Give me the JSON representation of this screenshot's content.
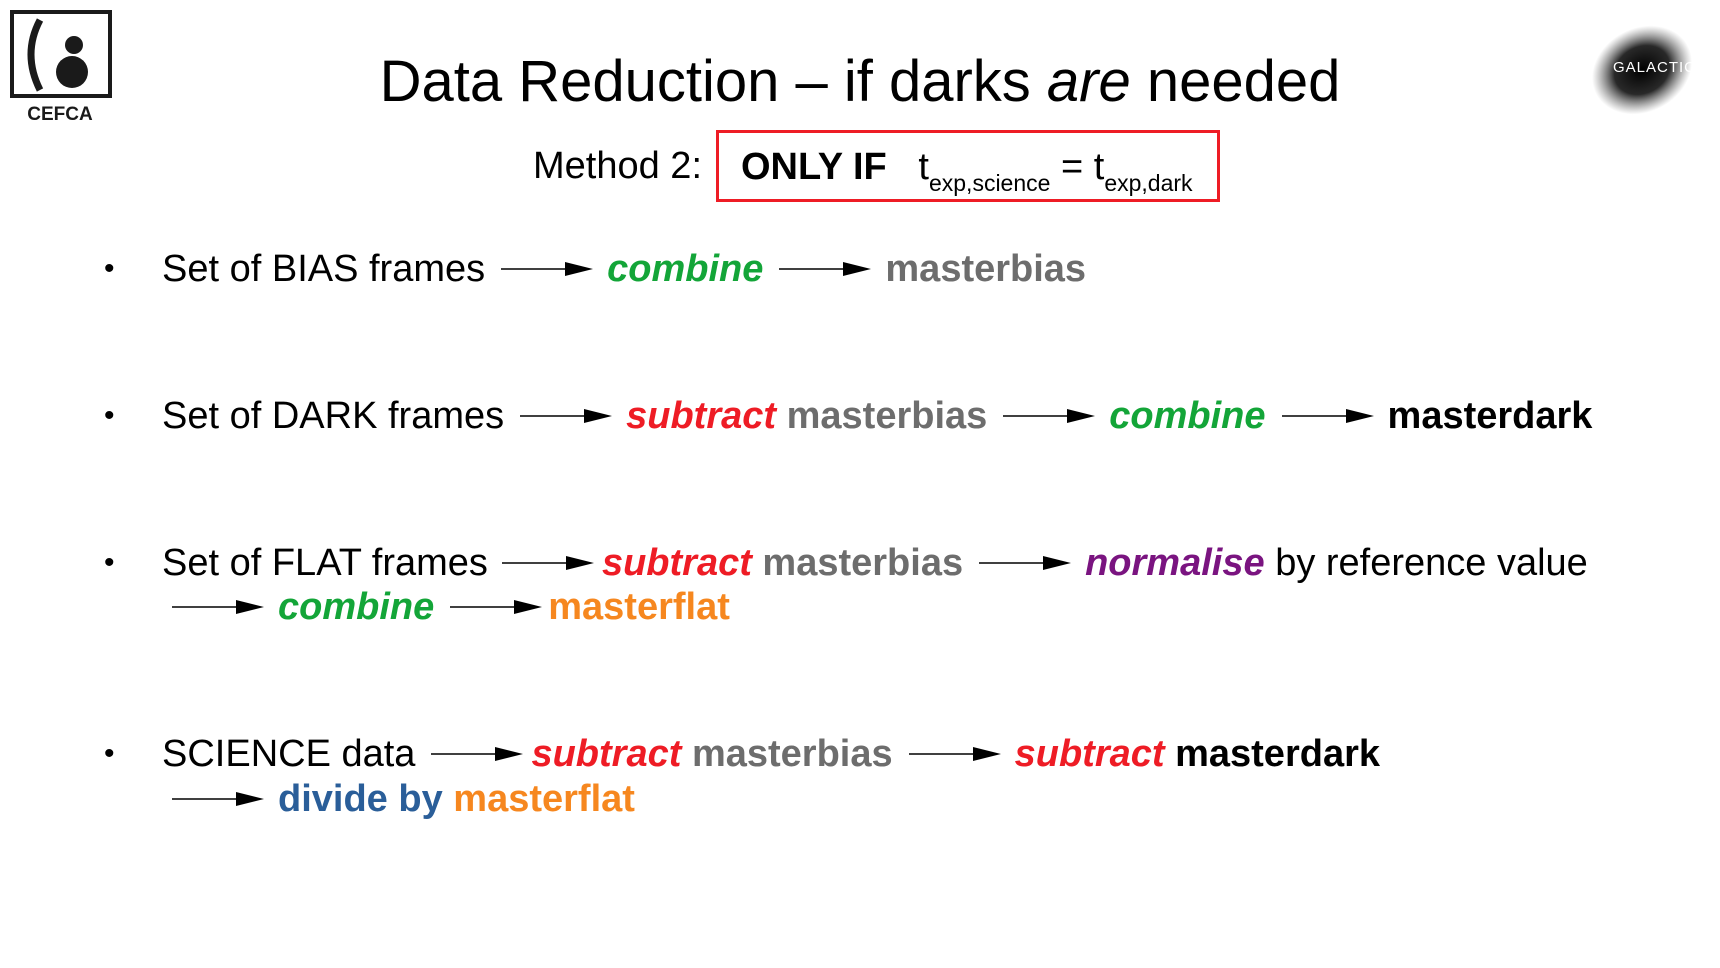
{
  "logos": {
    "left_text": "CEFCA",
    "right_text": "GALACTICA"
  },
  "title": {
    "part1": "Data Reduction – if darks ",
    "emph": "are",
    "part2": " needed"
  },
  "method": {
    "label": "Method 2:",
    "only_if": "ONLY IF",
    "t1": "t",
    "t1_sub": "exp,science",
    "eq": "= t",
    "t2_sub": "exp,dark"
  },
  "rows": {
    "bias": {
      "bullet": "•",
      "lead": "Set of BIAS frames",
      "combine": "combine",
      "result": "masterbias"
    },
    "dark": {
      "bullet": "•",
      "lead": "Set of DARK frames",
      "subtract": "subtract",
      "masterbias": "masterbias",
      "combine": "combine",
      "result": "masterdark"
    },
    "flat": {
      "bullet": "•",
      "lead": "Set of FLAT frames",
      "subtract": "subtract",
      "masterbias": "masterbias",
      "normalise": "normalise",
      "rest": "by reference value",
      "combine": "combine",
      "result": "masterflat"
    },
    "science": {
      "bullet": "•",
      "lead": "SCIENCE data",
      "subtract1": "subtract",
      "masterbias": "masterbias",
      "subtract2": "subtract",
      "masterdark": "masterdark",
      "divide": "divide by",
      "masterflat": "masterflat"
    }
  },
  "colors": {
    "combine": "#13a538",
    "subtract": "#ee1c25",
    "masterbias": "#6d6d6d",
    "normalise": "#7a1480",
    "masterflat": "#f6871f",
    "divide": "#2a5e99",
    "box_border": "#ee1c25"
  }
}
